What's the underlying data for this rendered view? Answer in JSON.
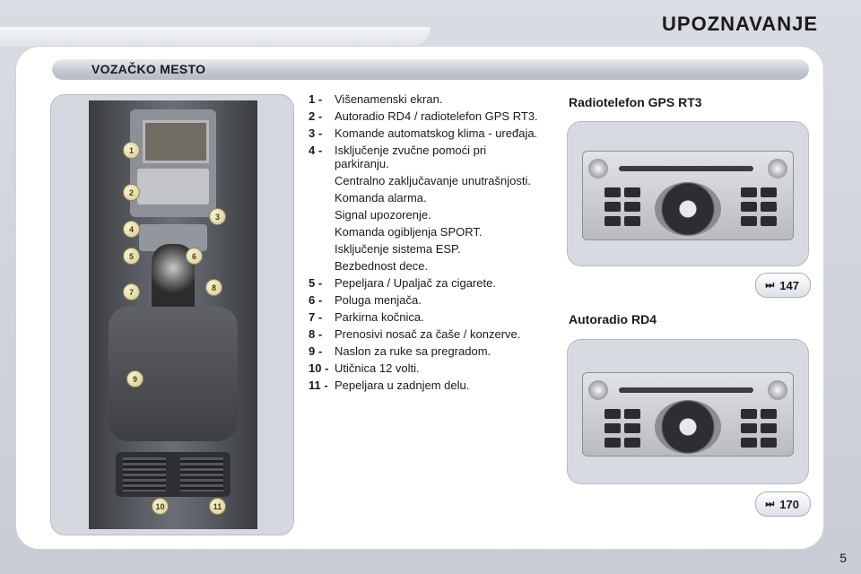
{
  "header": {
    "title": "UPOZNAVANJE"
  },
  "section": {
    "title": "VOZAČKO MESTO"
  },
  "photo": {
    "callouts": [
      "1",
      "2",
      "3",
      "4",
      "5",
      "6",
      "7",
      "8",
      "9",
      "10",
      "11"
    ]
  },
  "items": [
    {
      "num": "1 -",
      "text": "Višenamenski ekran."
    },
    {
      "num": "2 -",
      "text": "Autoradio RD4 / radiotelefon GPS RT3."
    },
    {
      "num": "3 -",
      "text": "Komande automatskog klima - uređaja."
    },
    {
      "num": "4 -",
      "text": "Isključenje zvučne pomoći pri parkiranju."
    }
  ],
  "item4_extra": [
    "Centralno zaključavanje unutrašnjosti.",
    "Komanda alarma.",
    "Signal upozorenje.",
    "Komanda ogibljenja SPORT.",
    "Isključenje sistema ESP.",
    "Bezbednost dece."
  ],
  "items_rest": [
    {
      "num": "5 -",
      "text": "Pepeljara / Upaljač za cigarete."
    },
    {
      "num": "6 -",
      "text": "Poluga menjača."
    },
    {
      "num": "7 -",
      "text": "Parkirna kočnica."
    },
    {
      "num": "8 -",
      "text": "Prenosivi nosač za čaše / konzerve."
    },
    {
      "num": "9 -",
      "text": "Naslon za ruke sa pregradom."
    },
    {
      "num": "10 -",
      "text": "Utičnica 12 volti."
    },
    {
      "num": "11 -",
      "text": "Pepeljara u zadnjem delu."
    }
  ],
  "rt3": {
    "heading": "Radiotelefon GPS RT3",
    "ref_icon": "double-arrow-right-icon",
    "ref": "147"
  },
  "rd4": {
    "heading": "Autoradio RD4",
    "ref_icon": "double-arrow-right-icon",
    "ref": "170"
  },
  "page_number": "5"
}
